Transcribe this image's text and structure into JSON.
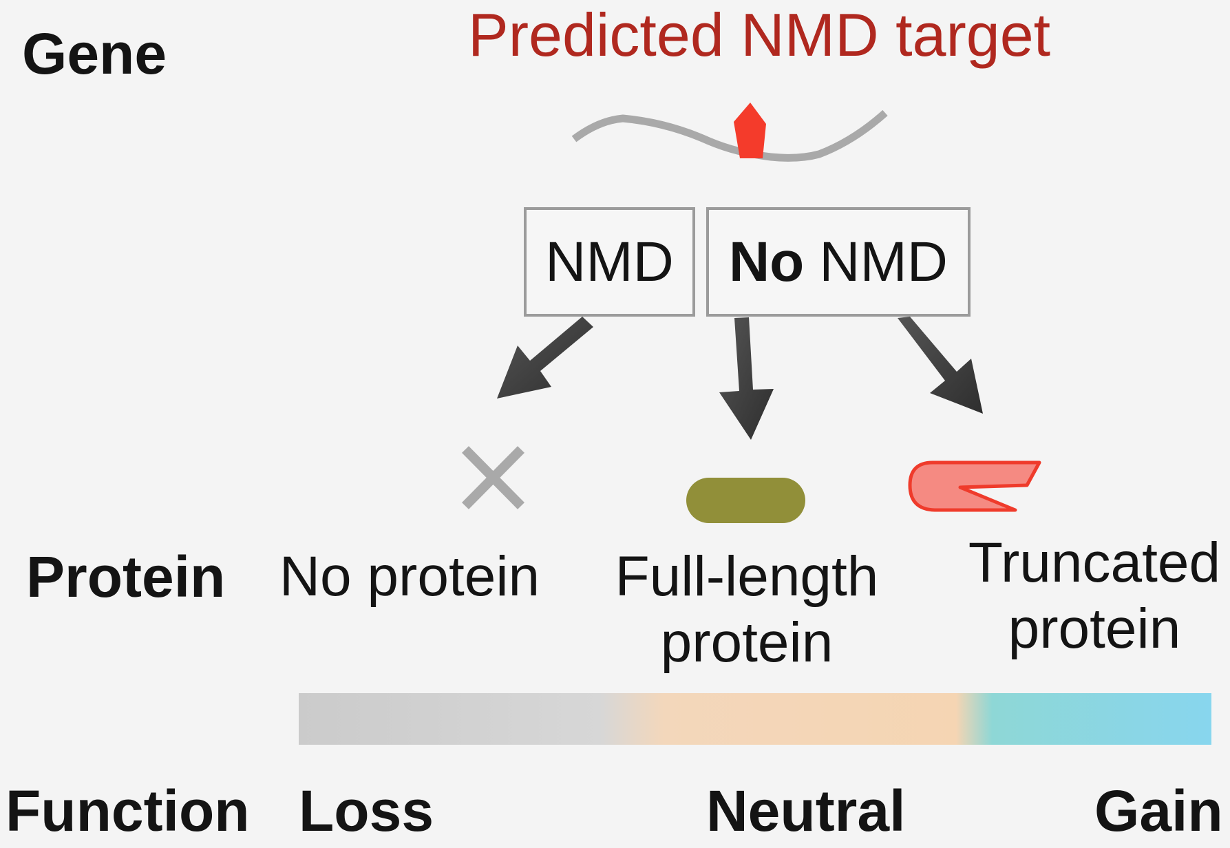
{
  "labels": {
    "gene": "Gene",
    "protein": "Protein",
    "function": "Function"
  },
  "title": "Predicted NMD target",
  "boxes": {
    "nmd": "NMD",
    "no_nmd_bold": "No",
    "no_nmd_rest": "NMD"
  },
  "outcomes": {
    "no_protein": "No protein",
    "full_length_line1": "Full-length",
    "full_length_line2": "protein",
    "truncated_line1": "Truncated",
    "truncated_line2": "protein"
  },
  "function_scale": {
    "loss": "Loss",
    "neutral": "Neutral",
    "gain": "Gain"
  },
  "colors": {
    "title_red": "#b0281f",
    "stop_marker": "#f43b2b",
    "gene_line": "#a9a9a9",
    "arrow": "#444444",
    "full_length_protein": "#918f39",
    "truncated_protein_fill": "#f58a82",
    "truncated_protein_stroke": "#ef3b2b",
    "loss": "#cbcbcb",
    "neutral": "#f5d5b3",
    "gain": "#88d6ee"
  },
  "icons": {
    "no_protein": "x-mark-icon",
    "full_length": "pill-protein-icon",
    "truncated": "truncated-protein-icon",
    "stop_codon": "stop-marker-icon"
  }
}
